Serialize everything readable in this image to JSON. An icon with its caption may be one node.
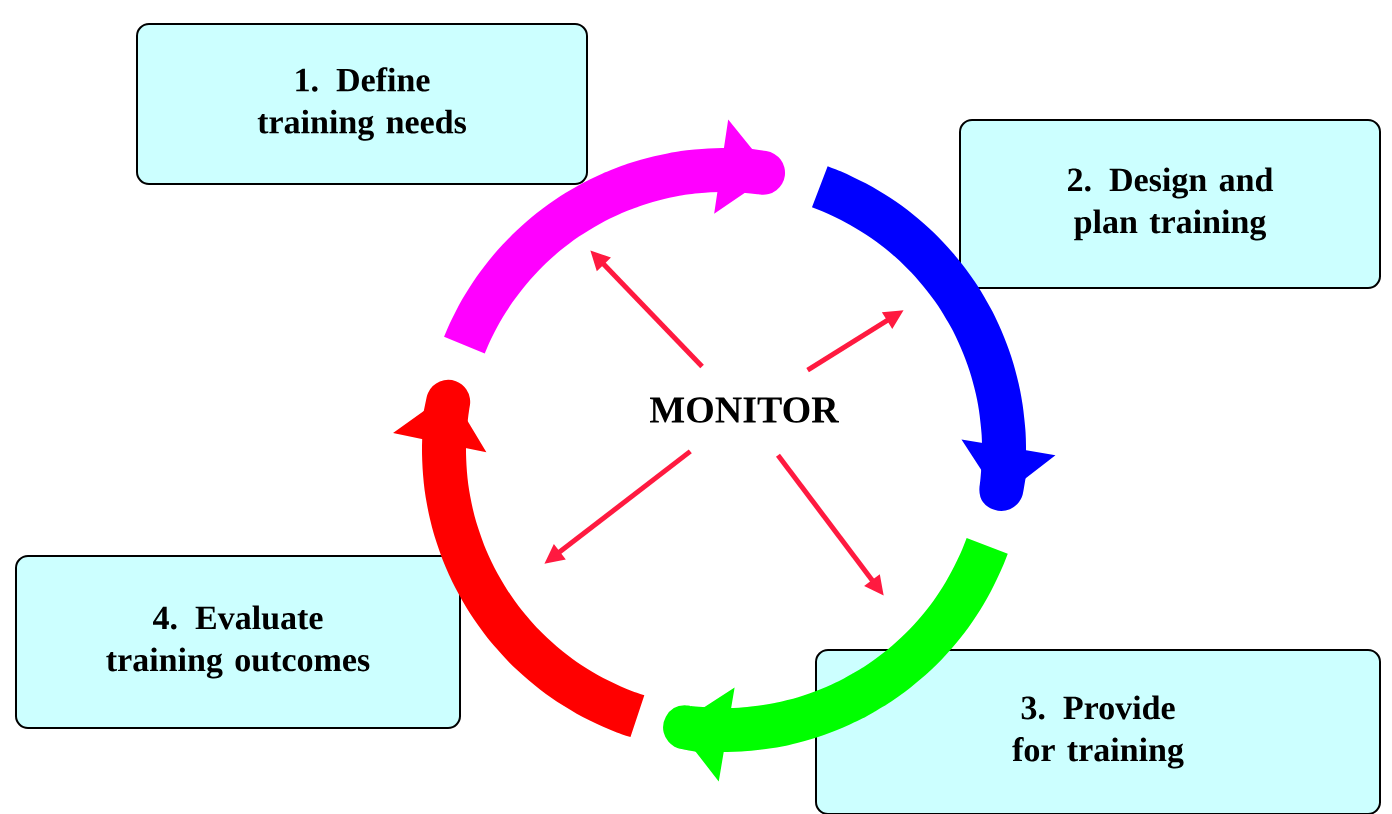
{
  "diagram": {
    "nodes": [
      {
        "text": [
          "1. Define training needs"
        ]
      },
      {
        "text": [
          "2. Design and plan training"
        ]
      },
      {
        "text": [
          "3. Provide for training"
        ]
      },
      {
        "text": [
          "4. Evaluate training outcomes"
        ]
      },
      {
        "text": [
          "MONITOR"
        ]
      }
    ],
    "edges": [
      {
        "from": 4,
        "to": null,
        "arrow": "to"
      },
      {
        "from": 4,
        "to": null,
        "arrow": "to"
      },
      {
        "from": 4,
        "to": null,
        "arrow": "to"
      },
      {
        "from": 4,
        "to": null,
        "arrow": "to"
      }
    ]
  }
}
